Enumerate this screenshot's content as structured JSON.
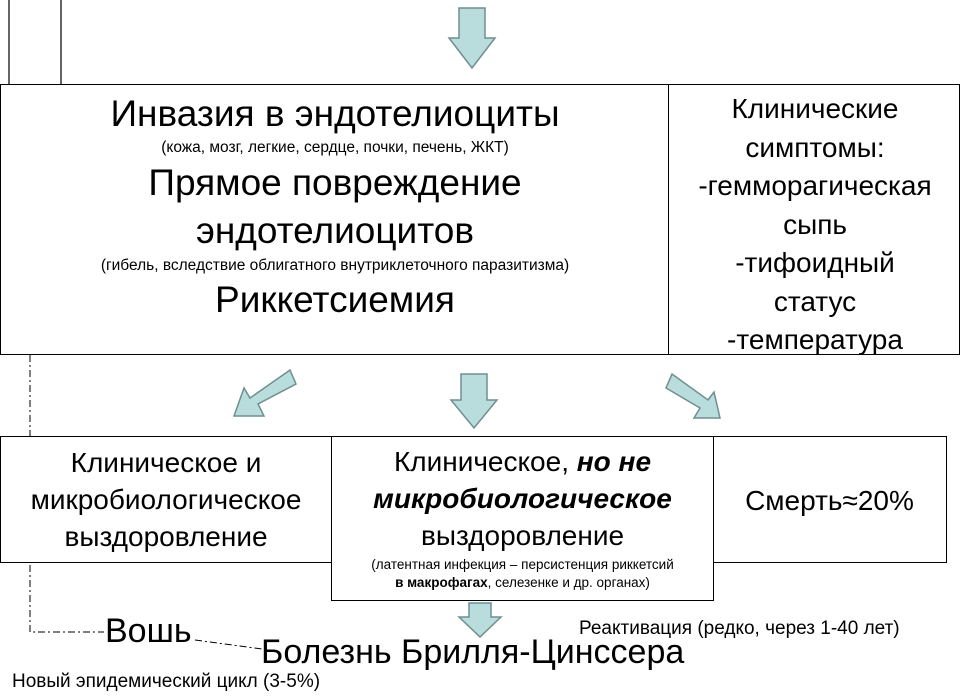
{
  "top_box": {
    "title": "Инвазия в эндотелиоциты",
    "title_note": "(кожа, мозг, легкие, сердце, почки, печень, ЖКТ)",
    "damage_line1": "Прямое повреждение",
    "damage_line2": "эндотелиоцитов",
    "damage_note": "(гибель, вследствие облигатного внутриклеточного паразитизма)",
    "rickettsemia": "Риккетсиемия"
  },
  "symptoms_box": {
    "lines": [
      "Клинические",
      "симптомы:",
      "-гемморагическая",
      "сыпь",
      "-тифоидный",
      "статус",
      "-температура"
    ]
  },
  "left_box": {
    "lines": [
      "Клиническое и",
      "микробиологическое",
      "выздоровление"
    ]
  },
  "middle_box": {
    "line1_plain": "Клиническое, ",
    "line1_emph": "но не",
    "line2_emph": "микробиологическое",
    "line3": "выздоровление",
    "note_line1": "(латентная инфекция – персистенция риккетсий",
    "note_bold": "в макрофагах",
    "note_rest": ", селезенке и др. органах)"
  },
  "right_box": {
    "text": "Смерть≈20%"
  },
  "bottom": {
    "louse": "Вошь",
    "disease": "Болезнь Брилля-Цинссера",
    "reactivation": "Реактивация (редко, через 1-40 лет)",
    "new_cycle": "Новый эпидемический цикл (3-5%)"
  },
  "colors": {
    "arrow_fill": "#b9dcdc",
    "arrow_stroke": "#6f8f8f",
    "border": "#000000"
  },
  "icons": [
    "arrow-down-icon",
    "arrow-down-left-icon",
    "arrow-down-right-icon"
  ]
}
